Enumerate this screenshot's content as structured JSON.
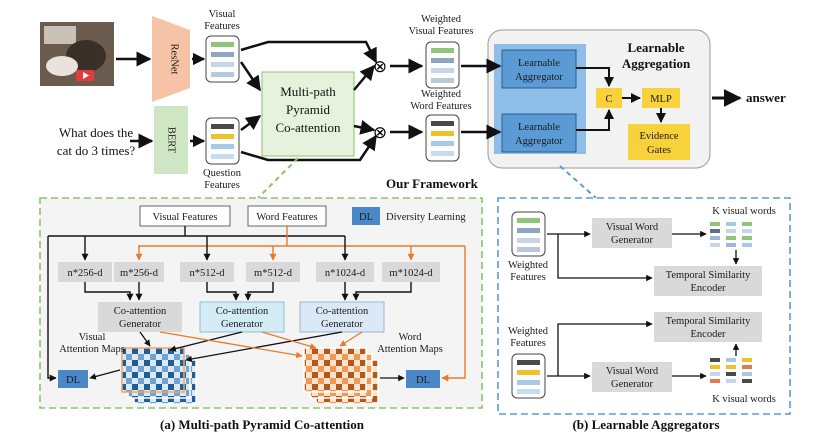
{
  "top": {
    "encoders": {
      "resnet": "ResNet",
      "bert": "BERT"
    },
    "visual_features": [
      "Visual",
      "Features"
    ],
    "question_features": [
      "Question",
      "Features"
    ],
    "question_text": [
      "What does the",
      "cat do 3 times?"
    ],
    "coattention": [
      "Multi-path",
      "Pyramid",
      "Co-attention"
    ],
    "weighted_visual": [
      "Weighted",
      "Visual Features"
    ],
    "weighted_word": [
      "Weighted",
      "Word Features"
    ],
    "learnable_aggregator": [
      "Learnable",
      "Aggregator"
    ],
    "learnable_aggregation": [
      "Learnable",
      "Aggregation"
    ],
    "concat": "C",
    "mlp": "MLP",
    "evidence_gates": [
      "Evidence",
      "Gates"
    ],
    "answer": "answer",
    "framework_caption": "Our Framework",
    "multiply_symbol": "⊗"
  },
  "panel_a": {
    "visual_features": "Visual Features",
    "word_features": "Word Features",
    "dl": "DL",
    "diversity_learning": "Diversity Learning",
    "dims": [
      "n*256-d",
      "m*256-d",
      "n*512-d",
      "m*512-d",
      "n*1024-d",
      "m*1024-d"
    ],
    "coattention_generator": [
      "Co-attention",
      "Generator"
    ],
    "visual_attention_maps": [
      "Visual",
      "Attention Maps"
    ],
    "word_attention_maps": [
      "Word",
      "Attention Maps"
    ],
    "caption": "(a) Multi-path Pyramid Co-attention"
  },
  "panel_b": {
    "weighted_features": [
      "Weighted",
      "Features"
    ],
    "visual_word_generator": [
      "Visual Word",
      "Generator"
    ],
    "temporal_similarity_encoder": [
      "Temporal Similarity",
      "Encoder"
    ],
    "k_visual_words": "K visual words",
    "caption": "(b) Learnable Aggregators"
  },
  "colors": {
    "resnet_fill": "#f6c3a6",
    "bert_fill": "#cfe6c5",
    "coattention_fill": "#e6f2dc",
    "aggregator_fill": "#5b9bd5",
    "gold": "#f8d23a",
    "panel_a_border": "#8cc36c",
    "panel_b_border": "#5b9bd5",
    "orange_arrow": "#e87b2a",
    "dl_fill": "#4a88c8"
  }
}
